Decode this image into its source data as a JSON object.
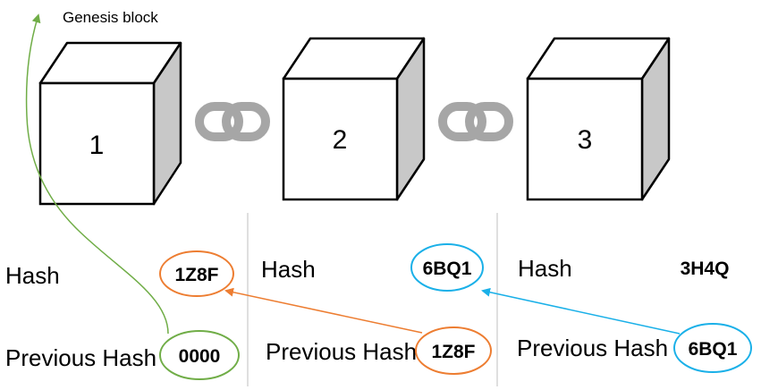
{
  "genesis_label": "Genesis block",
  "blocks": [
    {
      "number": "1",
      "hash_label": "Hash",
      "hash": "1Z8F",
      "prev_label": "Previous Hash",
      "prev_hash": "0000"
    },
    {
      "number": "2",
      "hash_label": "Hash",
      "hash": "6BQ1",
      "prev_label": "Previous Hash",
      "prev_hash": "1Z8F"
    },
    {
      "number": "3",
      "hash_label": "Hash",
      "hash": "3H4Q",
      "prev_label": "Previous Hash",
      "prev_hash": "6BQ1"
    }
  ],
  "colors": {
    "genesis_arrow": "#70ad47",
    "link_1_2": "#ed7d31",
    "link_2_3": "#1ab0e8",
    "chain_icon": "#a6a6a6",
    "cube_side": "#c8c8c8",
    "divider": "#bfbfbf"
  },
  "icons": [
    "chain-link-icon",
    "chain-link-icon"
  ]
}
